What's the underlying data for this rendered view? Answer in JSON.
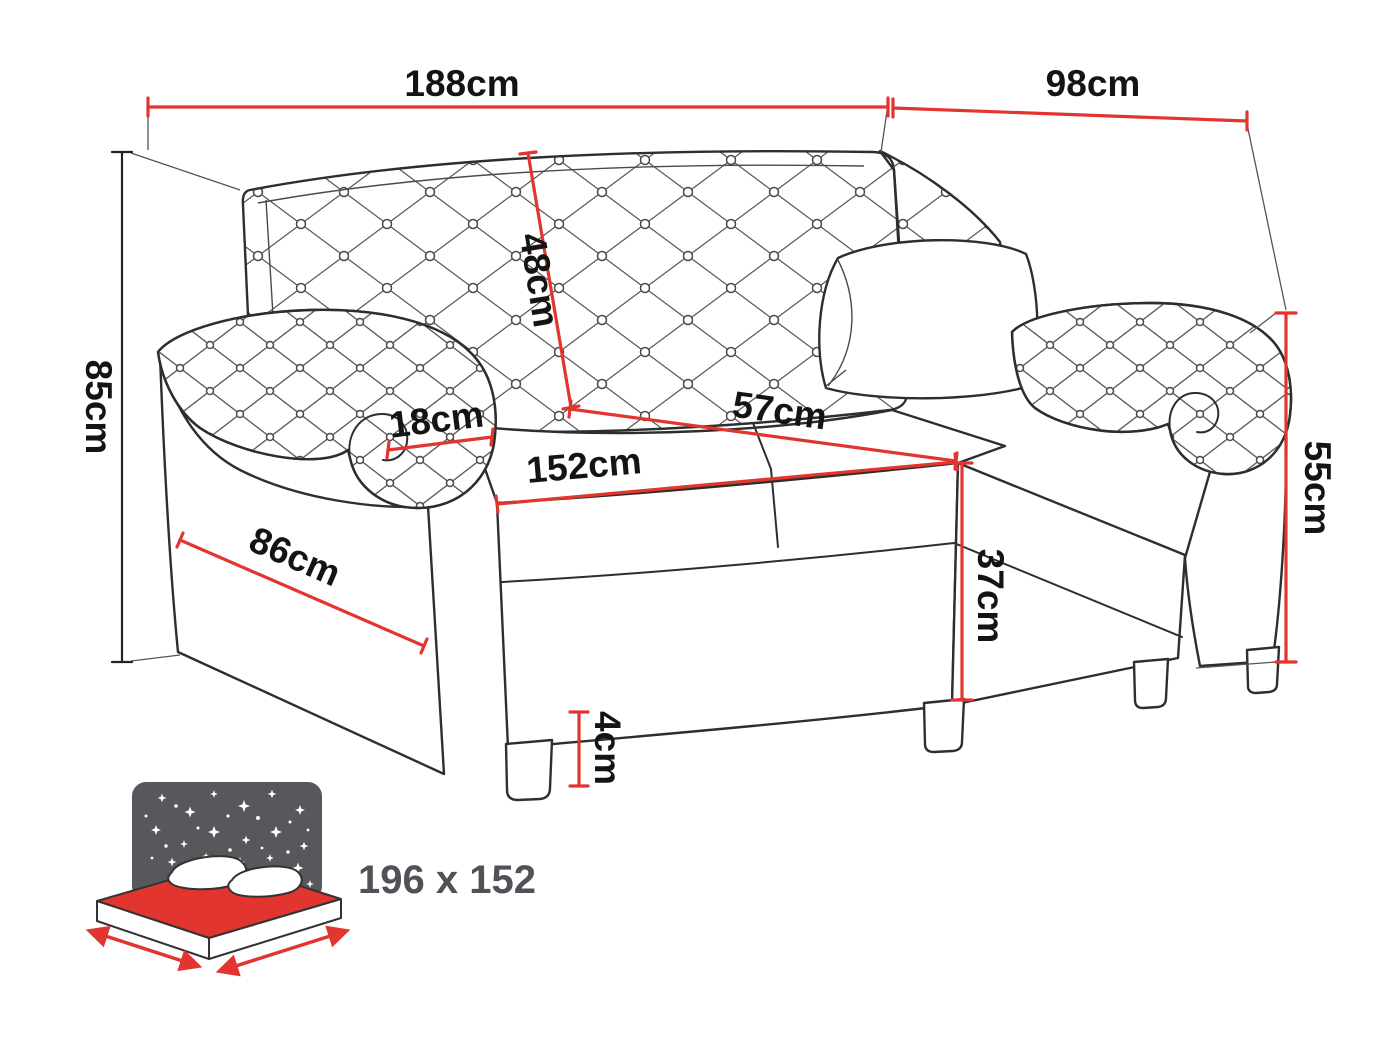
{
  "colors": {
    "dimension_red": "#e23530",
    "sketch_outline": "#2e2e2e",
    "bed_dark": "#57585b",
    "label_black": "#141414",
    "bed_label_gray": "#515257"
  },
  "diagram": {
    "name": "sofa-bed-dimension-diagram",
    "dims": {
      "width_top": "188cm",
      "depth_top": "98cm",
      "height_total": "85cm",
      "backrest_height": "48cm",
      "armrest_width": "18cm",
      "seat_depth": "57cm",
      "seat_width": "152cm",
      "side_depth": "86cm",
      "armrest_height": "55cm",
      "seat_height": "37cm",
      "leg_height": "4cm"
    },
    "sleeping_area": {
      "label": "196 x 152"
    },
    "icons": {
      "bed_icon": "fold-out-bed-with-starry-blanket",
      "star_icon": "four-point-star",
      "arrow_icon": "double-headed-dimension-arrow"
    }
  }
}
